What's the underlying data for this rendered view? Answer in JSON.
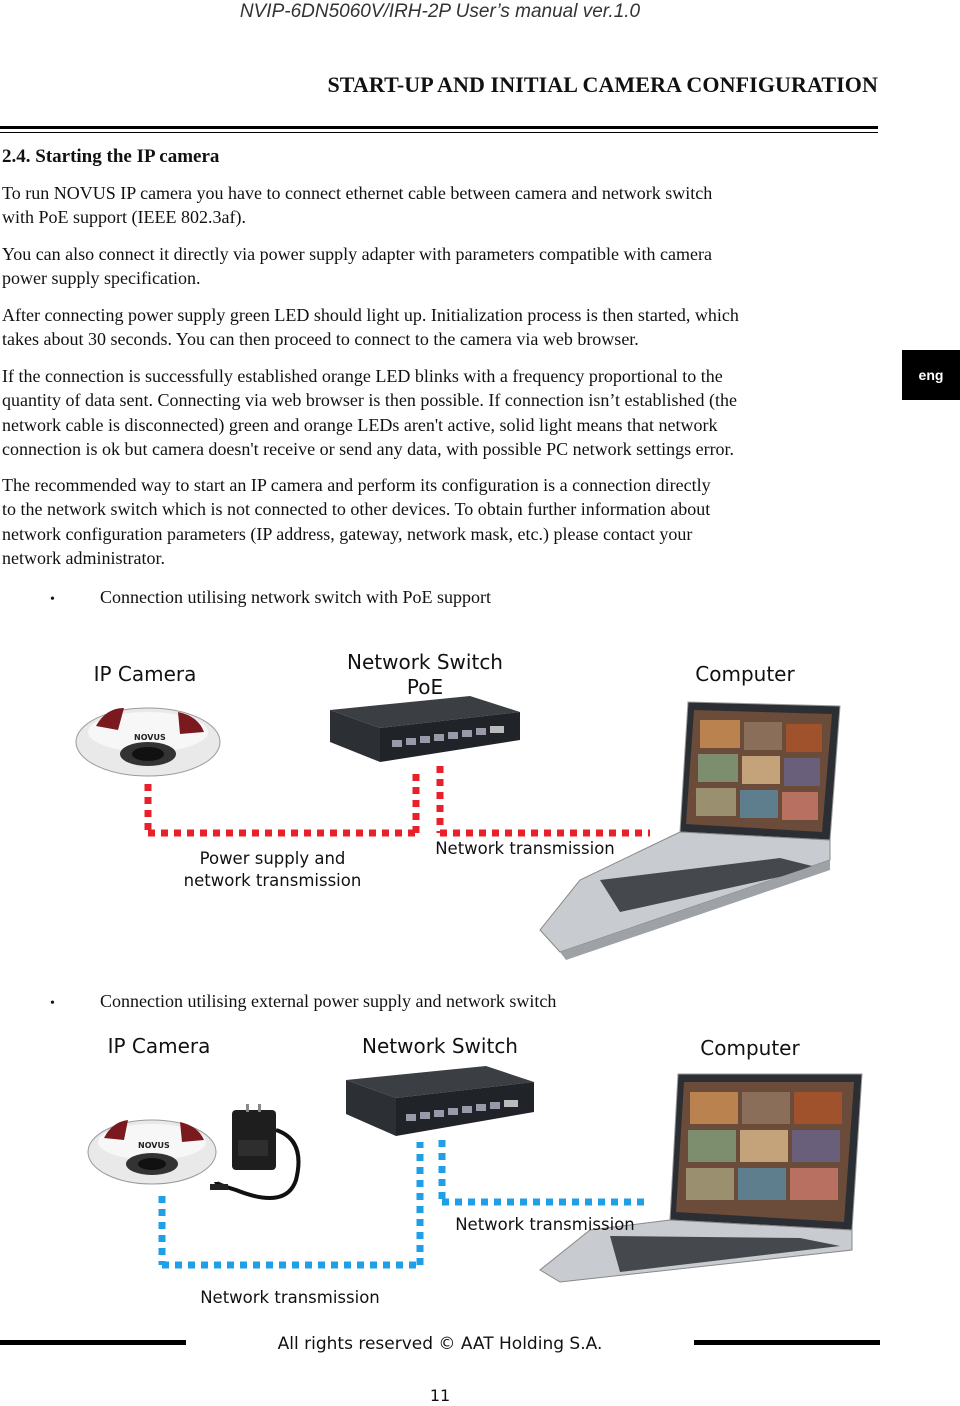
{
  "header": {
    "doc_title": "NVIP-6DN5060V/IRH-2P User’s manual ver.1.0",
    "chapter_title": "START-UP AND INITIAL CAMERA CONFIGURATION"
  },
  "section_title": "2.4. Starting the IP camera",
  "paragraphs": [
    [
      "To run NOVUS IP camera you have to connect ethernet cable between camera and network switch",
      "with PoE support (IEEE 802.3af)."
    ],
    [
      "You can also connect it directly via power supply adapter with parameters compatible with camera",
      "power supply specification."
    ],
    [
      "After connecting power supply green LED should light up. Initialization process is then started, which",
      "takes about 30 seconds. You can then proceed to connect to the camera via web browser."
    ],
    [
      "If the connection is successfully established orange LED blinks with a frequency proportional to the",
      "quantity of data sent. Connecting via web browser is then possible. If connection isn’t established (the",
      "network cable is disconnected) green and orange LEDs aren't active, solid light means that network",
      "connection is ok but camera doesn't receive or send any data, with possible PC network settings error."
    ],
    [
      "The recommended way to start an IP camera and perform its configuration is a connection directly",
      "to the network switch which is not connected to other devices. To obtain further information about",
      "network configuration parameters (IP address, gateway, network mask, etc.) please contact your",
      "network administrator."
    ]
  ],
  "side_tab": "eng",
  "bullets": [
    "Connection utilising network switch with PoE support",
    "Connection utilising external power supply and network switch"
  ],
  "bullet_glyph": "•",
  "diagram1": {
    "camera_label": "IP Camera",
    "switch_label_1": "Network Switch",
    "switch_label_2": "PoE",
    "computer_label": "Computer",
    "link1_label_1": "Power supply and",
    "link1_label_2": "network transmission",
    "link2_label": "Network transmission",
    "link_color": "#e8202a"
  },
  "diagram2": {
    "camera_label": "IP Camera",
    "switch_label": "Network Switch",
    "computer_label": "Computer",
    "link1_label": "Network transmission",
    "link2_label": "Network transmission",
    "link_color": "#1e9fe6"
  },
  "camera_brand": "NOVUS",
  "footer": {
    "copyright": "All rights reserved © AAT Holding S.A.",
    "page_number": "11"
  }
}
